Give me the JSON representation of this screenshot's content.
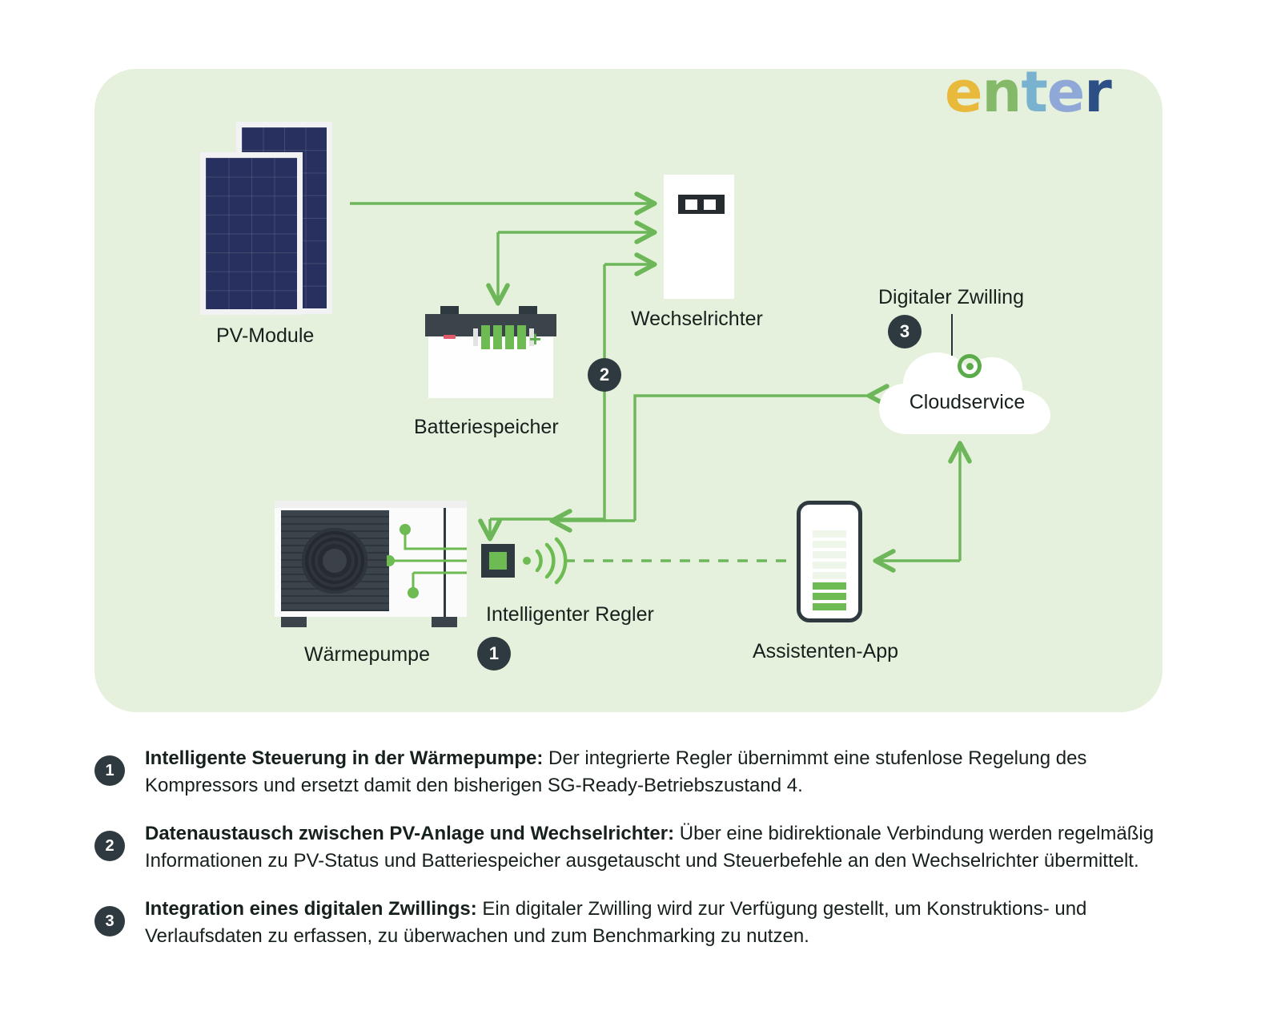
{
  "brand": {
    "logo_text": "enter",
    "logo_letters": [
      "e",
      "n",
      "t",
      "e",
      "r"
    ],
    "colors": {
      "card_background": "#e5f1dc",
      "accent_green": "#6dbb52",
      "arrow_green": "#6db75a",
      "dark": "#2f3a40",
      "pv_navy": "#27305e",
      "battery_minus_red": "#e1596b"
    }
  },
  "diagram": {
    "nodes": {
      "pv_modules": {
        "label": "PV-Module",
        "icon": "solar-panel-icon"
      },
      "inverter": {
        "label": "Wechselrichter",
        "icon": "inverter-icon"
      },
      "battery": {
        "label": "Batteriespeicher",
        "icon": "battery-icon",
        "minus": "–",
        "plus": "+"
      },
      "heat_pump": {
        "label": "Wärmepumpe",
        "icon": "heat-pump-icon"
      },
      "controller": {
        "label": "Intelligenter Regler",
        "icon": "smart-controller-icon"
      },
      "cloud": {
        "label": "Cloudservice",
        "icon": "cloud-icon",
        "inner_icon": "target-icon"
      },
      "digital_twin": {
        "label": "Digitaler Zwilling"
      },
      "app": {
        "label": "Assistenten-App",
        "icon": "smartphone-icon"
      }
    },
    "badges": {
      "one": "1",
      "two": "2",
      "three": "3"
    }
  },
  "legend": {
    "items": [
      {
        "number": "1",
        "title": "Intelligente Steuerung in der Wärmepumpe:",
        "body": " Der integrierte Regler übernimmt eine stufenlose Regelung des Kompressors und ersetzt damit den bisherigen SG-Ready-Betriebszustand 4."
      },
      {
        "number": "2",
        "title": "Datenaustausch zwischen PV-Anlage und Wechselrichter:",
        "body": " Über eine bidirektionale Verbindung werden regelmäßig Informationen zu PV-Status und Batteriespeicher ausgetauscht und Steuerbefehle an den Wechselrichter übermittelt."
      },
      {
        "number": "3",
        "title": "Integration eines digitalen Zwillings:",
        "body": " Ein digitaler Zwilling wird zur Verfügung gestellt, um Konstruktions- und Verlaufsdaten zu erfassen, zu überwachen und zum Benchmarking zu nutzen."
      }
    ]
  }
}
